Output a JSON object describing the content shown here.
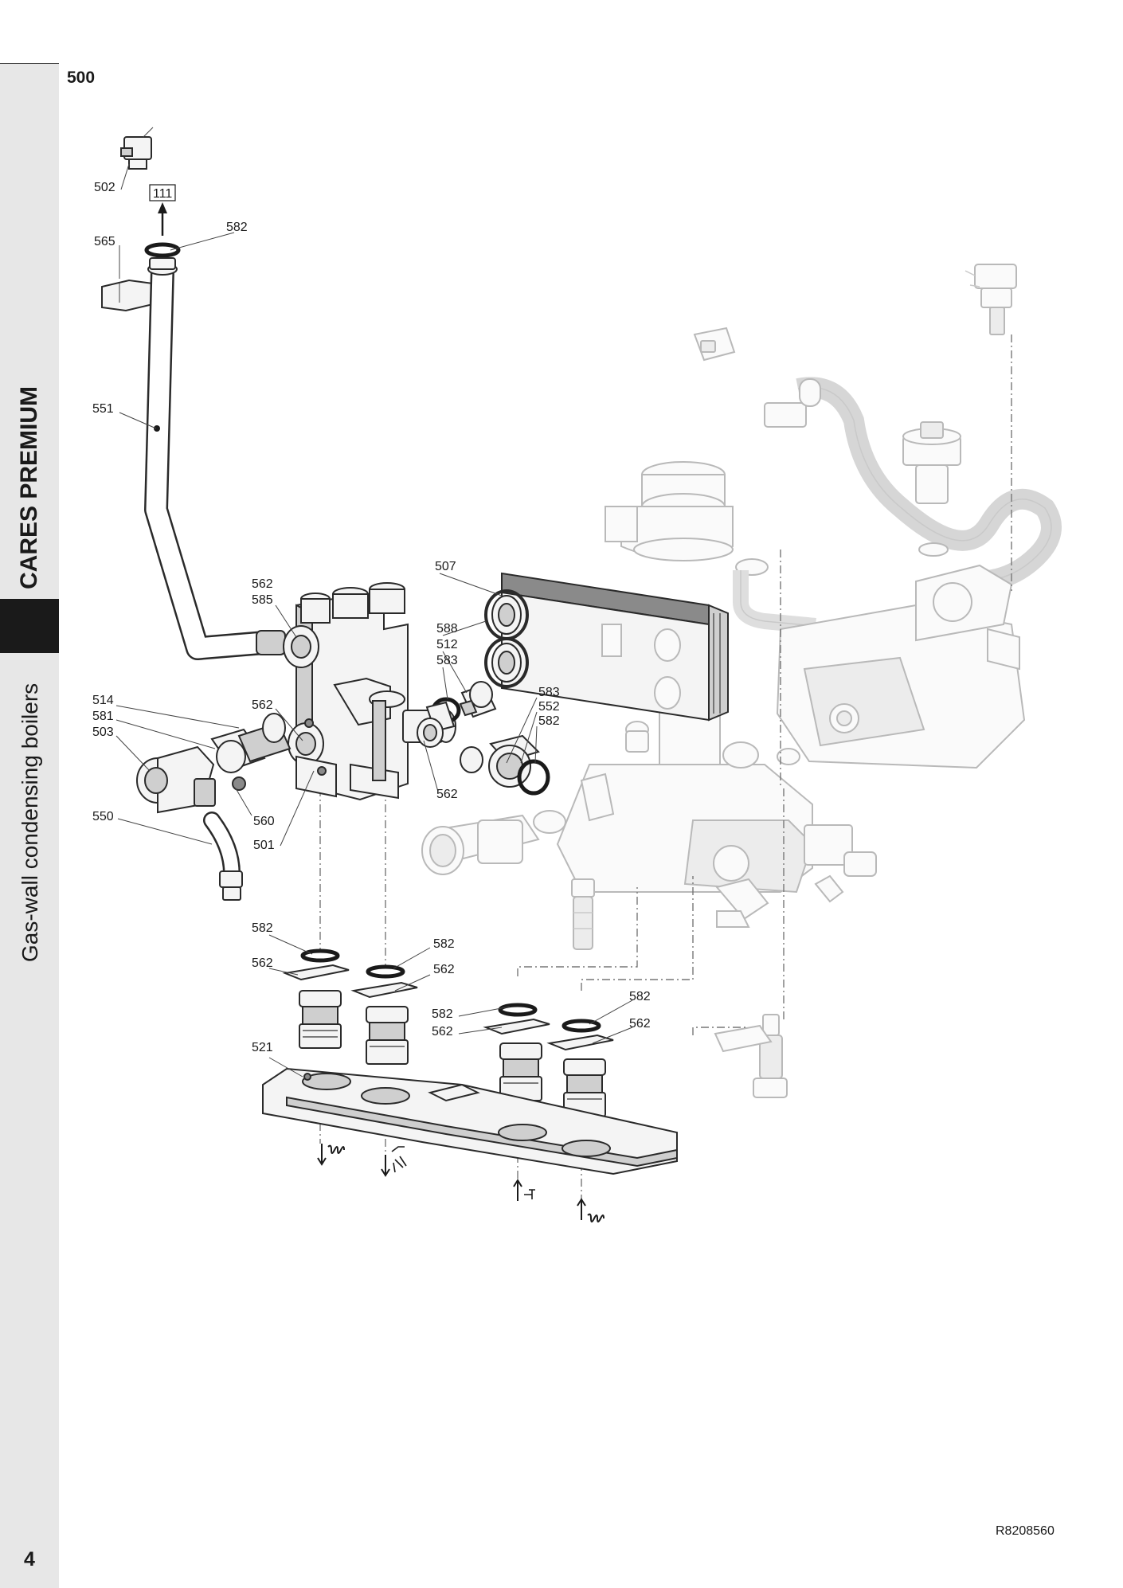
{
  "header": {
    "section_code": "500"
  },
  "sidebar": {
    "brand": "CARES PREMIUM",
    "category": "Gas-wall condensing boilers"
  },
  "footer": {
    "page_number": "4",
    "doc_ref": "R8208560"
  },
  "diagram": {
    "ref_box": "111",
    "callouts": [
      "502",
      "582",
      "565",
      "551",
      "562",
      "585",
      "507",
      "588",
      "512",
      "583",
      "514",
      "581",
      "503",
      "562",
      "583",
      "552",
      "582",
      "562",
      "560",
      "550",
      "501",
      "582",
      "582",
      "562",
      "562",
      "582",
      "582",
      "562",
      "562",
      "521"
    ]
  }
}
